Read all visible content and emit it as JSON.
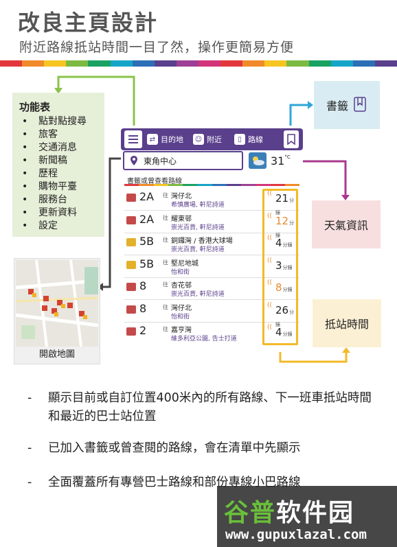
{
  "header": {
    "title": "改良主頁設計",
    "subtitle": "附近路線抵站時間一目了然，操作更簡易方便"
  },
  "colors": {
    "rainbow": [
      "#e2383d",
      "#f08a2b",
      "#f6c522",
      "#7cba42",
      "#1aa262",
      "#16a4c8",
      "#2d6fb6",
      "#5a3f8c",
      "#9e3f95",
      "#d3347a",
      "#e2383d",
      "#f08a2b",
      "#f6c522",
      "#7cba42",
      "#1aa262",
      "#16a4c8",
      "#2d6fb6",
      "#5a3f8c"
    ],
    "accent_purple": "#5a3f8c",
    "green_line": "#8bc34a",
    "blue_line": "#2fa6d8",
    "magenta_line": "#a9388f",
    "yellow_line": "#f3b927"
  },
  "features": {
    "heading": "功能表",
    "items": [
      "點對點搜尋",
      "旅客",
      "交通消息",
      "新聞稿",
      "歷程",
      "購物平臺",
      "服務台",
      "更新資料",
      "設定"
    ]
  },
  "map": {
    "label": "開啟地圖"
  },
  "phone": {
    "tabs": [
      {
        "label": "目的地",
        "icon": "route-icon"
      },
      {
        "label": "附近",
        "icon": "people-icon"
      },
      {
        "label": "路線",
        "icon": "bus-icon"
      }
    ],
    "location": "東角中心",
    "weather": {
      "temp": "31",
      "unit": "°C",
      "icon": "cloudy-sun-icon"
    },
    "section_label": "書籤或曾查看路線",
    "routes": [
      {
        "num": "2A",
        "to": "往",
        "dest": "灣仔北",
        "via": "希慎廣場, 軒尼詩道",
        "eta": "21",
        "unit": "分鐘",
        "bus_color": "#c44a4a",
        "eta_color": "#222222"
      },
      {
        "num": "2A",
        "to": "往",
        "dest": "耀東邨",
        "via": "崇光百貨, 軒尼詩道",
        "eta": "12",
        "unit": "分鐘",
        "bus_color": "#c44a4a",
        "eta_color": "#e68a2e"
      },
      {
        "num": "5B",
        "to": "往",
        "dest": "銅鑼灣 / 香港大球場",
        "via": "崇光百貨, 軒尼詩道",
        "eta": "4",
        "unit": "分鐘",
        "bus_color": "#e3b02a",
        "eta_color": "#222222"
      },
      {
        "num": "5B",
        "to": "往",
        "dest": "堅尼地城",
        "via": "怡和街",
        "eta": "3",
        "unit": "分鐘",
        "bus_color": "#e3b02a",
        "eta_color": "#222222"
      },
      {
        "num": "8",
        "to": "往",
        "dest": "杏花邨",
        "via": "崇光百貨, 軒尼詩道",
        "eta": "8",
        "unit": "分鐘",
        "bus_color": "#c44a4a",
        "eta_color": "#e68a2e"
      },
      {
        "num": "8",
        "to": "往",
        "dest": "灣仔北",
        "via": "怡和街",
        "eta": "26",
        "unit": "分鐘",
        "bus_color": "#c44a4a",
        "eta_color": "#222222"
      },
      {
        "num": "2",
        "to": "往",
        "dest": "嘉亨灣",
        "via": "維多利亞公園, 告士打道",
        "eta": "4",
        "unit": "分鐘",
        "bus_color": "#c44a4a",
        "eta_color": "#222222"
      }
    ]
  },
  "callouts": {
    "bookmark": "書籤",
    "weather": "天氣資訊",
    "eta": "抵站時間"
  },
  "bullets": [
    {
      "dash": "-",
      "text": "顯示目前或自訂位置400米內的所有路線、下一班車抵站時間和最近的巴士站位置"
    },
    {
      "dash": "-",
      "text": "已加入書籤或曾查閱的路線，會在清單中先顯示"
    },
    {
      "dash": "-",
      "text": "全面覆蓋所有專營巴士路線和部份專線小巴路線"
    }
  ],
  "watermark": {
    "brand_a": "谷普",
    "brand_b": "软件园",
    "url": "www.gupuxlazal.com"
  }
}
